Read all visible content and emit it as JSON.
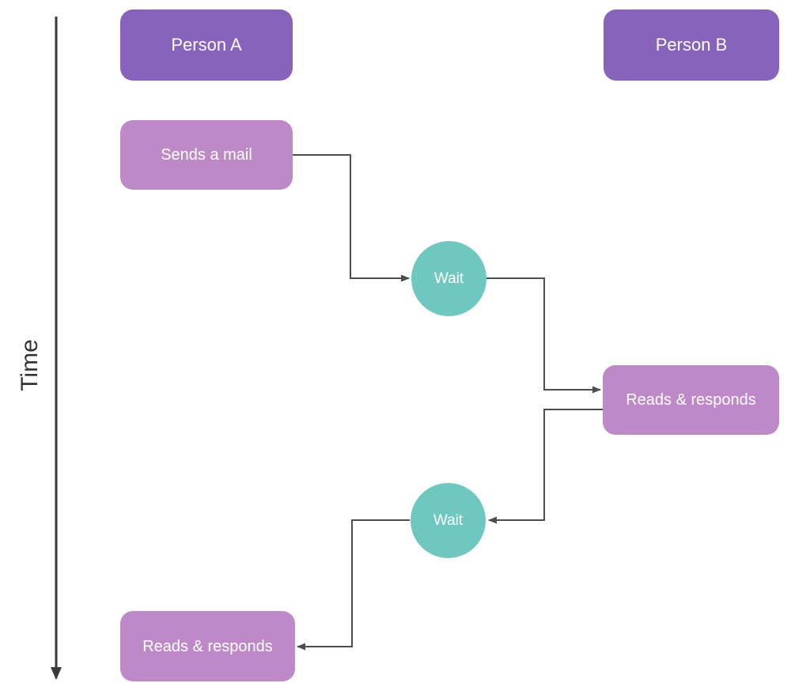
{
  "diagram": {
    "time_axis_label": "Time",
    "lanes": [
      {
        "id": "person-a",
        "label": "Person A"
      },
      {
        "id": "person-b",
        "label": "Person B"
      }
    ],
    "nodes": [
      {
        "id": "sends-mail",
        "label": "Sends a mail",
        "type": "action",
        "lane": "person-a"
      },
      {
        "id": "wait-1",
        "label": "Wait",
        "type": "wait",
        "lane": "middle"
      },
      {
        "id": "reads-responds-1",
        "label": "Reads & responds",
        "type": "action",
        "lane": "person-b"
      },
      {
        "id": "wait-2",
        "label": "Wait",
        "type": "wait",
        "lane": "middle"
      },
      {
        "id": "reads-responds-2",
        "label": "Reads & responds",
        "type": "action",
        "lane": "person-a"
      }
    ],
    "edges": [
      {
        "from": "sends-mail",
        "to": "wait-1"
      },
      {
        "from": "wait-1",
        "to": "reads-responds-1"
      },
      {
        "from": "reads-responds-1",
        "to": "wait-2"
      },
      {
        "from": "wait-2",
        "to": "reads-responds-2"
      }
    ],
    "theme": {
      "lane_header_color": "#8763BC",
      "action_node_color": "#BD89C6",
      "wait_node_color": "#6EC8C0",
      "connector_color": "#4D4D4D",
      "time_axis_color": "#3A3A3A",
      "node_text_color": "#FFFFFF",
      "time_label_color": "#333333",
      "background_color": "#FFFFFF"
    }
  }
}
